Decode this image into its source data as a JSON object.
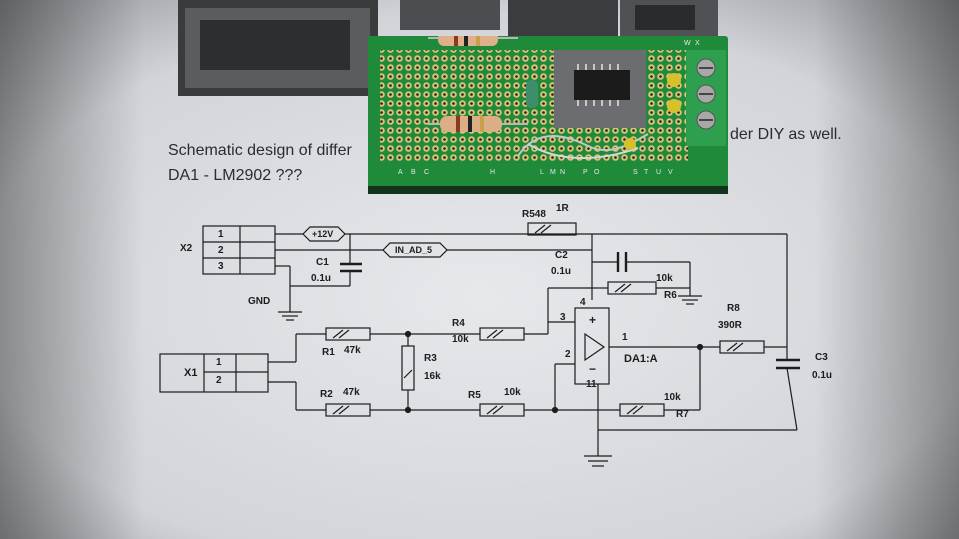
{
  "photo": {
    "heading_left": "Schematic design of differ",
    "heading_right": "der DIY as well.",
    "part_line": "DA1  -  LM2902 ???"
  },
  "board": {
    "row_letters": [
      "A",
      "B",
      "C",
      "H",
      "L",
      "M",
      "N",
      "P",
      "O",
      "S",
      "T",
      "U",
      "V"
    ],
    "top_letters": [
      "W",
      "X"
    ]
  },
  "schematic": {
    "connectors": {
      "x2": {
        "name": "X2",
        "pins": [
          "1",
          "2",
          "3"
        ]
      },
      "x1": {
        "name": "X1",
        "pins": [
          "1",
          "2"
        ]
      }
    },
    "nets": {
      "v12": "+12V",
      "in_ad": "IN_AD_5",
      "gnd": "GND"
    },
    "components": {
      "r548": {
        "ref": "R548",
        "value": "1R"
      },
      "c1": {
        "ref": "C1",
        "value": "0.1u"
      },
      "c2": {
        "ref": "C2",
        "value": "0.1u"
      },
      "c3": {
        "ref": "C3",
        "value": "0.1u"
      },
      "r1": {
        "ref": "R1",
        "value": "47k"
      },
      "r2": {
        "ref": "R2",
        "value": "47k"
      },
      "r3": {
        "ref": "R3",
        "value": "16k"
      },
      "r4": {
        "ref": "R4",
        "value": "10k"
      },
      "r5": {
        "ref": "R5",
        "value": "10k"
      },
      "r6": {
        "ref": "R6",
        "value": "10k"
      },
      "r7": {
        "ref": "R7",
        "value": "10k"
      },
      "r8": {
        "ref": "R8",
        "value": "390R"
      },
      "da1": {
        "ref": "DA1:A"
      }
    },
    "pins": {
      "p1": "1",
      "p2": "2",
      "p3": "3",
      "p4": "4",
      "p11": "11",
      "plus": "+",
      "minus": "−"
    }
  },
  "colors": {
    "paper_light": "#e4e6ea",
    "paper_dark": "#9ea0a6",
    "pcb_green": "#1f8a3a",
    "ink": "#1c1c1c"
  }
}
